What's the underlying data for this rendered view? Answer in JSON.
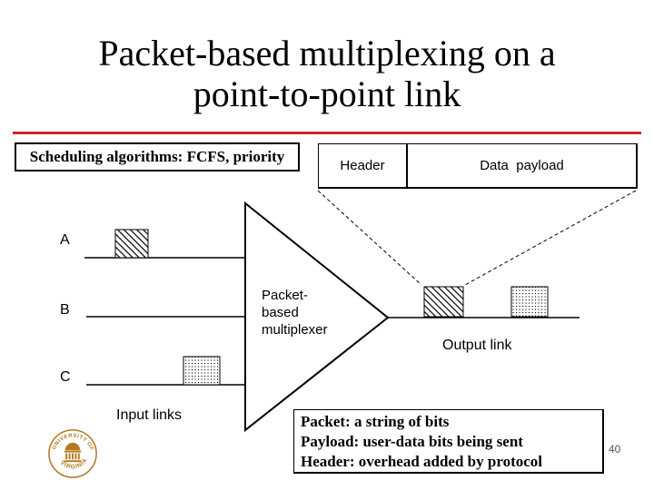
{
  "slide": {
    "title": {
      "line1": "Packet-based multiplexing on a",
      "line2": "point-to-point link"
    },
    "page_number": "40"
  },
  "scheduling_note": "Scheduling algorithms: FCFS, priority",
  "packet_format": {
    "header": "Header",
    "payload": "Data  payload"
  },
  "diagram": {
    "input_labels": [
      "A",
      "B",
      "C"
    ],
    "multiplexer_label": "Packet-\nbased\nmultiplexer",
    "input_links_label": "Input links",
    "output_link_label": "Output link"
  },
  "definitions": [
    "Packet: a string of bits",
    "Payload: user-data bits being sent",
    "Header: overhead added by protocol"
  ],
  "logo": {
    "arc_top": "UNIVERSITY OF",
    "arc_bottom": "VIRGINIA"
  },
  "colors": {
    "rule_red": "#c62822",
    "seal_orange": "#b5791f",
    "page_number_gray": "#595959"
  }
}
